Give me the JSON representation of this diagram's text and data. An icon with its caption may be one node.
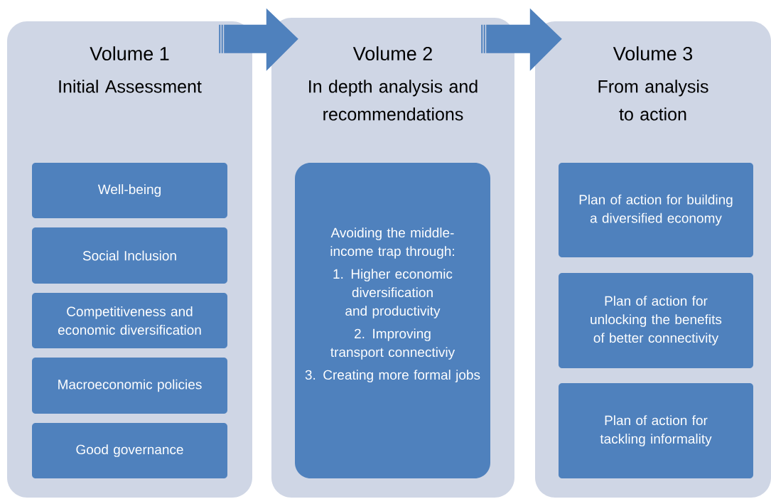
{
  "diagram": {
    "nodes": [
      {
        "text": [
          "Volume 1",
          "Initial Assessment"
        ]
      },
      {
        "text": [
          "Well-being"
        ],
        "in": 0
      },
      {
        "text": [
          "Social Inclusion"
        ],
        "in": 0
      },
      {
        "text": [
          "Competitiveness and economic diversification"
        ],
        "in": 0
      },
      {
        "text": [
          "Macroeconomic policies"
        ],
        "in": 0
      },
      {
        "text": [
          "Good governance"
        ],
        "in": 0
      },
      {
        "text": [
          "Volume 2",
          "In depth analysis and recommendations"
        ]
      },
      {
        "text": [
          "Avoiding the middle-income trap through:",
          "1. Higher economic diversification and productivity",
          "2. Improving transport connectiviy",
          "3. Creating more formal jobs"
        ],
        "in": 6
      },
      {
        "text": [
          "Volume 3",
          "From analysis to action"
        ]
      },
      {
        "text": [
          "Plan of action for building a diversified economy"
        ],
        "in": 8
      },
      {
        "text": [
          "Plan of action for unlocking the benefits of better connectivity"
        ],
        "in": 8
      },
      {
        "text": [
          "Plan of action for tackling informality"
        ],
        "in": 8
      }
    ],
    "edges": [
      {
        "from": 0,
        "to": 6,
        "arrow": "to"
      },
      {
        "from": 6,
        "to": 8,
        "arrow": "to"
      }
    ]
  }
}
